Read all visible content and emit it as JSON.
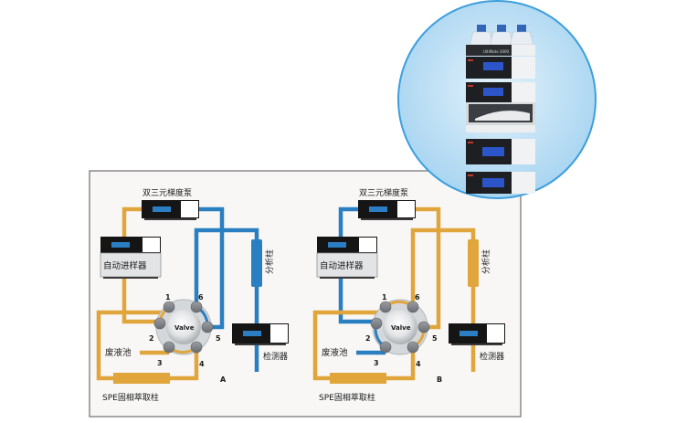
{
  "colors": {
    "orange": "#e0a63c",
    "blue": "#2a7fc0",
    "frame_bg": "#f8f7f6",
    "frame_border": "#6e6e6e",
    "circle_fill": "#bfe0f5",
    "circle_border": "#3d9fdc",
    "device_dark": "#151515",
    "device_white": "#ffffff",
    "device_screen": "#2b7dc4"
  },
  "photo": {
    "caption": "UltiMate 3000",
    "modules": [
      "SRD-3400 solvent rack",
      "Dual pump",
      "Autosampler",
      "Column compartment",
      "Detector"
    ]
  },
  "panels": [
    {
      "id": "A",
      "label": "A",
      "pump_label": "双三元梯度泵",
      "autosampler_label": "自动进样器",
      "column_label": "分析柱",
      "detector_label": "检测器",
      "waste_label": "废液池",
      "spe_label": "SPE固相萃取柱",
      "valve_label": "Valve",
      "ports": [
        "1",
        "2",
        "3",
        "4",
        "5",
        "6"
      ],
      "state": "load"
    },
    {
      "id": "B",
      "label": "B",
      "pump_label": "双三元梯度泵",
      "autosampler_label": "自动进样器",
      "column_label": "分析柱",
      "detector_label": "检测器",
      "waste_label": "废液池",
      "spe_label": "SPE固相萃取柱",
      "valve_label": "Valve",
      "ports": [
        "1",
        "2",
        "3",
        "4",
        "5",
        "6"
      ],
      "state": "inject"
    }
  ]
}
